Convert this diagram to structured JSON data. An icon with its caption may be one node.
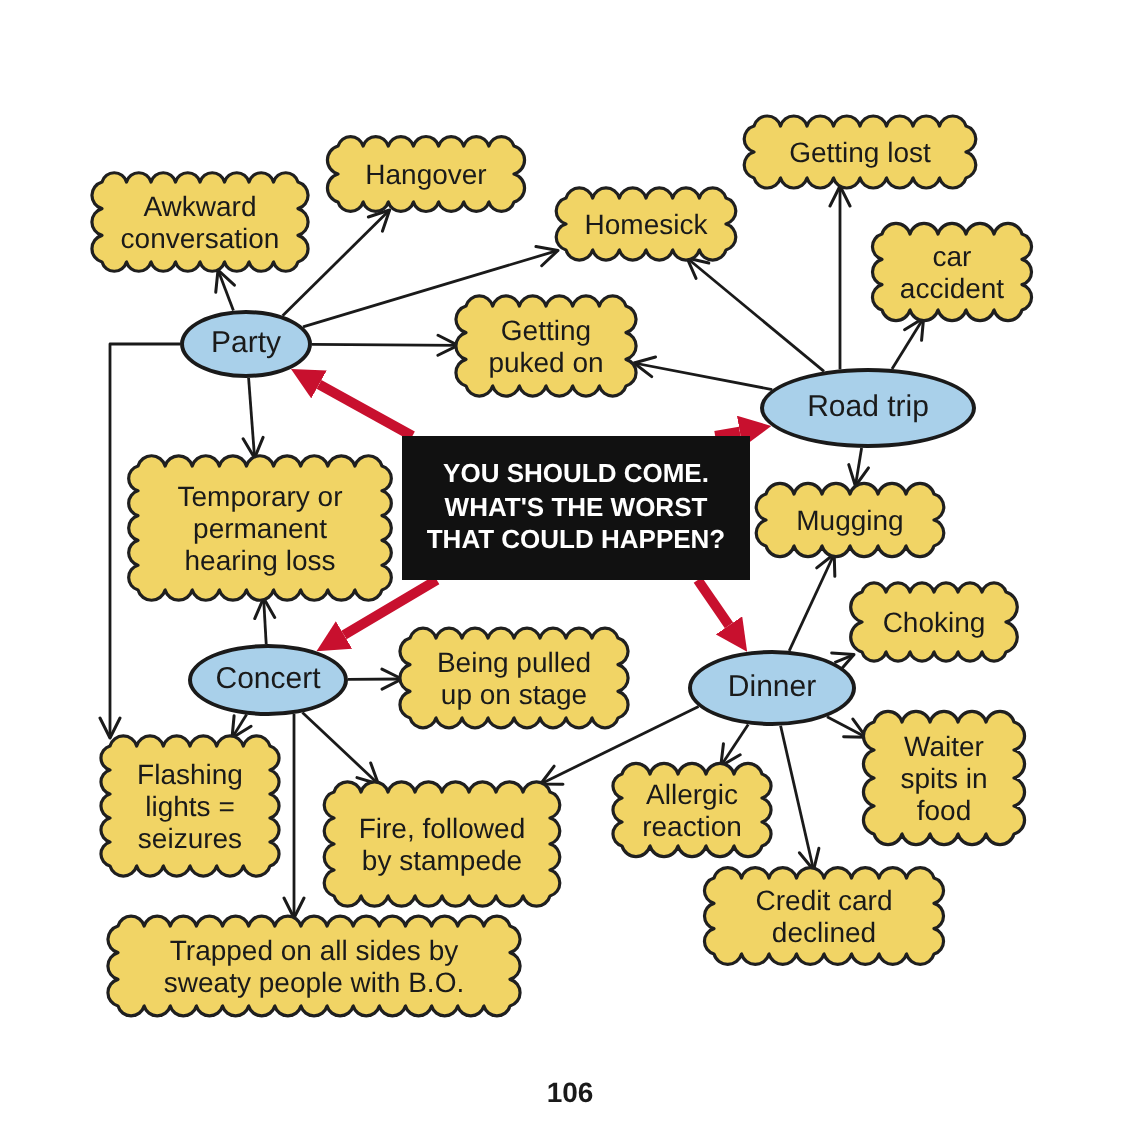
{
  "diagram": {
    "nodes": [
      {
        "text": [
          "YOU SHOULD COME. WHAT'S THE WORST THAT COULD HAPPEN?"
        ]
      },
      {
        "text": [
          "Party"
        ]
      },
      {
        "text": [
          "Awkward conversation"
        ]
      },
      {
        "text": [
          "Hangover"
        ]
      },
      {
        "text": [
          "Homesick"
        ]
      },
      {
        "text": [
          "Getting puked on"
        ]
      },
      {
        "text": [
          "Temporary or permanent hearing loss"
        ]
      },
      {
        "text": [
          "Flashing lights = seizures"
        ]
      },
      {
        "text": [
          "Road trip"
        ]
      },
      {
        "text": [
          "Getting lost"
        ]
      },
      {
        "text": [
          "car accident"
        ]
      },
      {
        "text": [
          "Mugging"
        ]
      },
      {
        "text": [
          "Concert"
        ]
      },
      {
        "text": [
          "Being pulled up on stage"
        ]
      },
      {
        "text": [
          "Fire, followed by stampede"
        ]
      },
      {
        "text": [
          "Trapped on all sides by sweaty people with B.O."
        ]
      },
      {
        "text": [
          "Dinner"
        ]
      },
      {
        "text": [
          "Choking"
        ]
      },
      {
        "text": [
          "Waiter spits in food"
        ]
      },
      {
        "text": [
          "Credit card declined"
        ]
      },
      {
        "text": [
          "Allergic reaction"
        ]
      }
    ],
    "edges": [
      {
        "from": 0,
        "to": 1,
        "arrow": "to",
        "style": "thick",
        "color": "#c8102e"
      },
      {
        "from": 0,
        "to": 8,
        "arrow": "to",
        "style": "thick",
        "color": "#c8102e"
      },
      {
        "from": 0,
        "to": 12,
        "arrow": "to",
        "style": "thick",
        "color": "#c8102e"
      },
      {
        "from": 0,
        "to": 16,
        "arrow": "to",
        "style": "thick",
        "color": "#c8102e"
      },
      {
        "from": 1,
        "to": 2,
        "arrow": "to"
      },
      {
        "from": 1,
        "to": 3,
        "arrow": "to"
      },
      {
        "from": 1,
        "to": 4,
        "arrow": "to"
      },
      {
        "from": 1,
        "to": 5,
        "arrow": "to"
      },
      {
        "from": 1,
        "to": 6,
        "arrow": "to"
      },
      {
        "from": 1,
        "to": 7,
        "arrow": "to"
      },
      {
        "from": 8,
        "to": 4,
        "arrow": "to"
      },
      {
        "from": 8,
        "to": 5,
        "arrow": "to"
      },
      {
        "from": 8,
        "to": 9,
        "arrow": "to"
      },
      {
        "from": 8,
        "to": 10,
        "arrow": "to"
      },
      {
        "from": 8,
        "to": 11,
        "arrow": "to"
      },
      {
        "from": 12,
        "to": 6,
        "arrow": "to"
      },
      {
        "from": 12,
        "to": 13,
        "arrow": "to"
      },
      {
        "from": 12,
        "to": 7,
        "arrow": "to"
      },
      {
        "from": 12,
        "to": 14,
        "arrow": "to"
      },
      {
        "from": 12,
        "to": 15,
        "arrow": "to"
      },
      {
        "from": 16,
        "to": 11,
        "arrow": "to"
      },
      {
        "from": 16,
        "to": 17,
        "arrow": "to"
      },
      {
        "from": 16,
        "to": 18,
        "arrow": "to"
      },
      {
        "from": 16,
        "to": 19,
        "arrow": "to"
      },
      {
        "from": 16,
        "to": 20,
        "arrow": "to"
      },
      {
        "from": 16,
        "to": 14,
        "arrow": "to"
      }
    ],
    "labels": [
      "106"
    ]
  }
}
